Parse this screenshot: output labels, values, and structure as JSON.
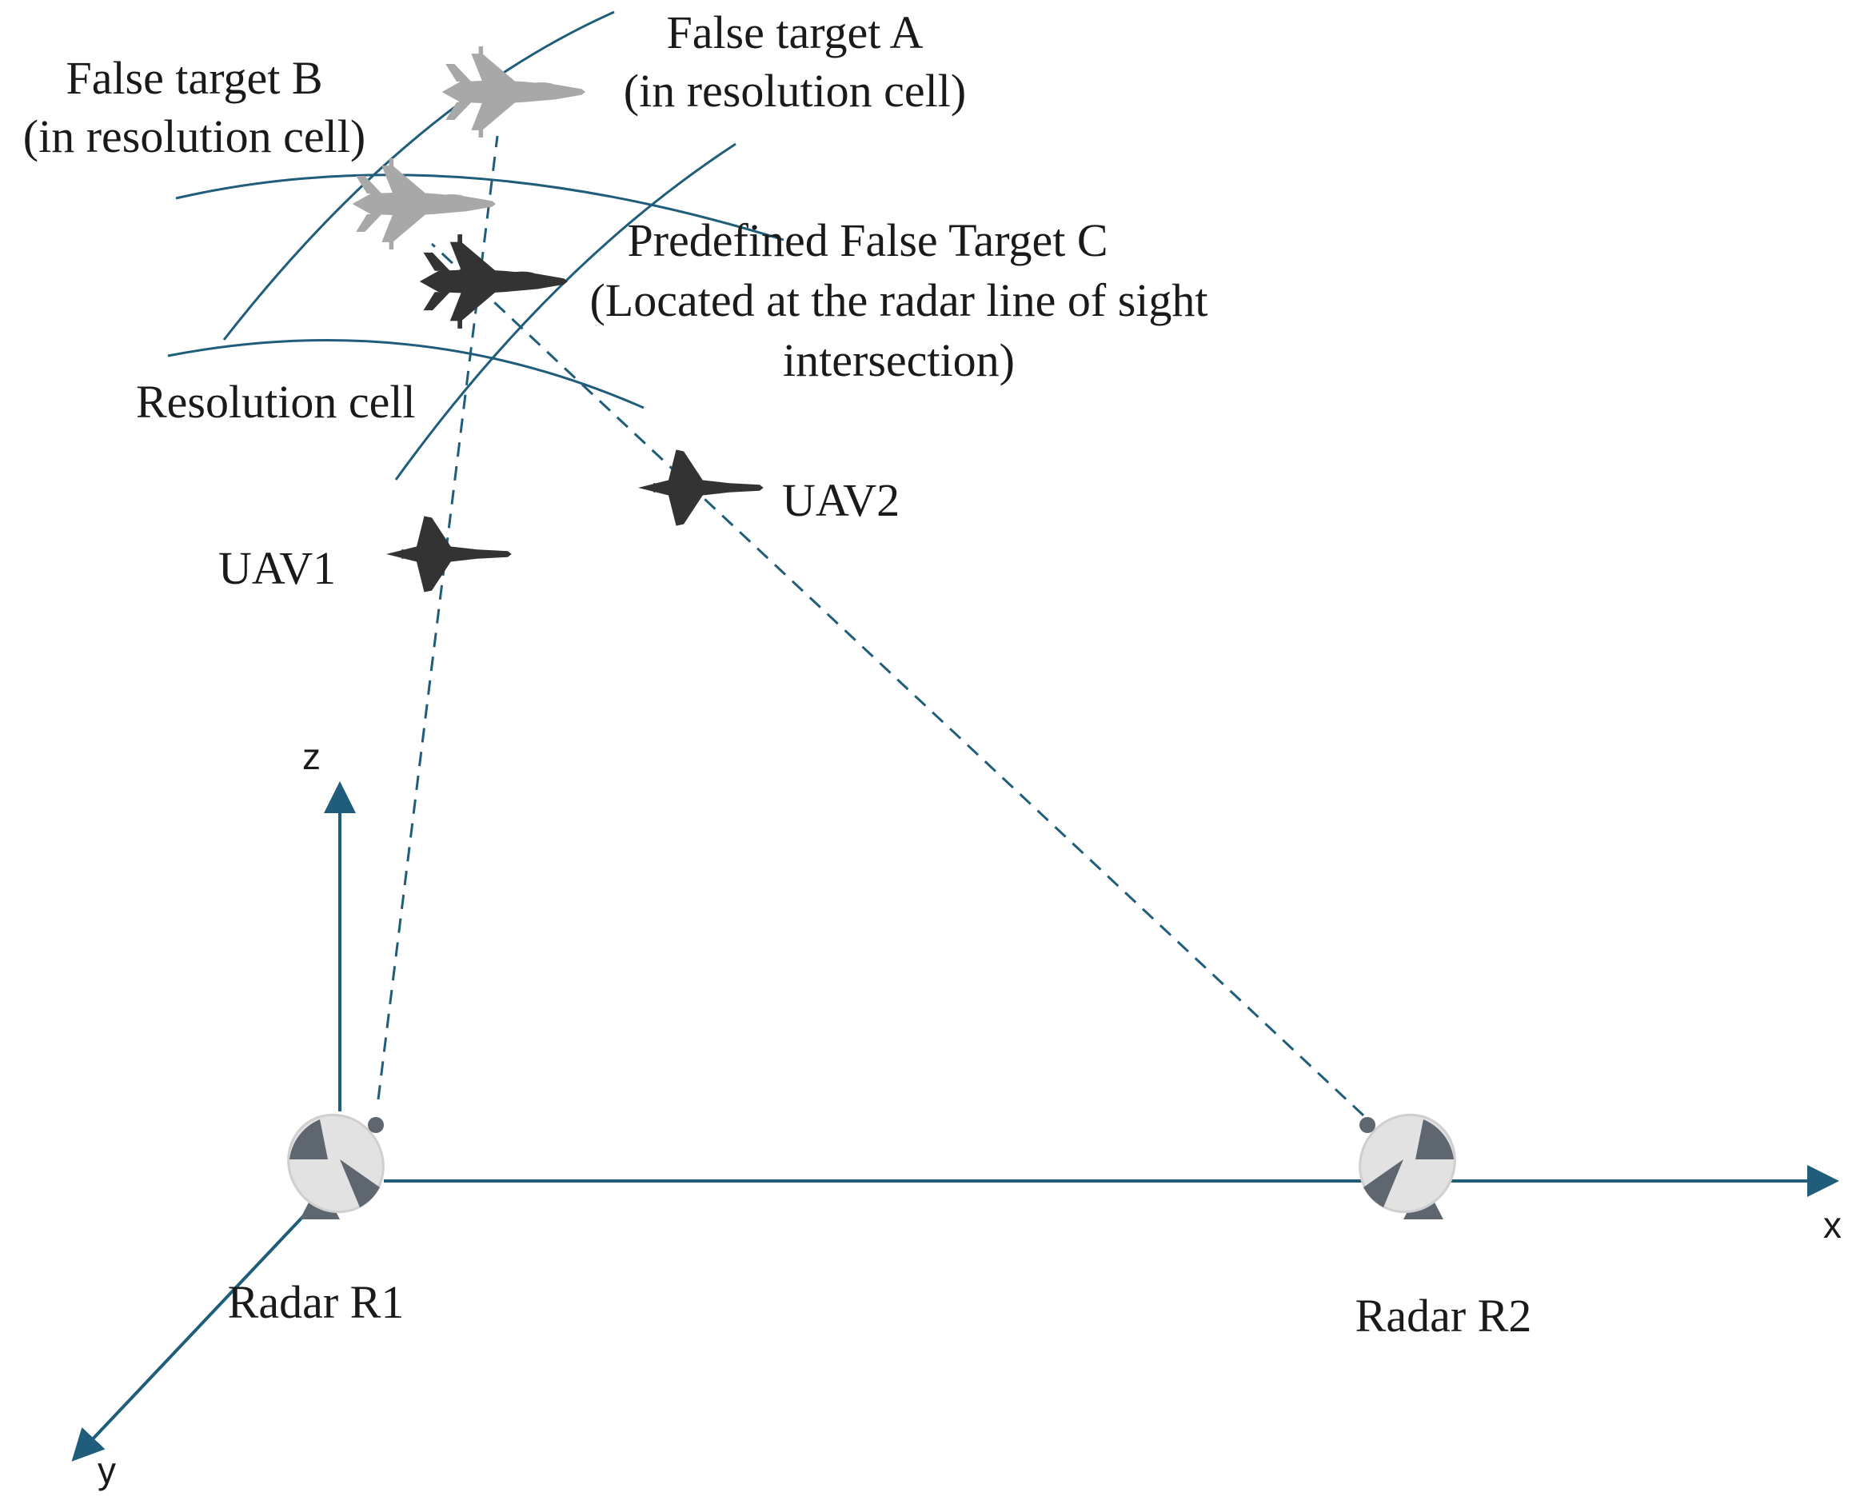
{
  "labels": {
    "false_target_a_line1": "False target A",
    "false_target_a_line2": "(in resolution cell)",
    "false_target_b_line1": "False target B",
    "false_target_b_line2": "(in resolution cell)",
    "false_target_c_line1": "Predefined False Target  C",
    "false_target_c_line2": "(Located at the radar line of sight",
    "false_target_c_line3": "intersection)",
    "resolution_cell": "Resolution cell",
    "uav1": "UAV1",
    "uav2": "UAV2",
    "radar_r1": "Radar R1",
    "radar_r2": "Radar R2"
  },
  "axes": {
    "x": "x",
    "y": "y",
    "z": "z"
  },
  "colors": {
    "line": "#1f5d7a",
    "false_target_fill": "#a8a8a8",
    "dark_aircraft_fill": "#333333",
    "radar_dish": "#e2e2e2",
    "radar_dark": "#5e6670",
    "text": "#1a1a1a"
  },
  "icons": {
    "false_target": "fighter-jet-icon",
    "uav": "stealth-aircraft-icon",
    "radar": "radar-dish-icon"
  }
}
